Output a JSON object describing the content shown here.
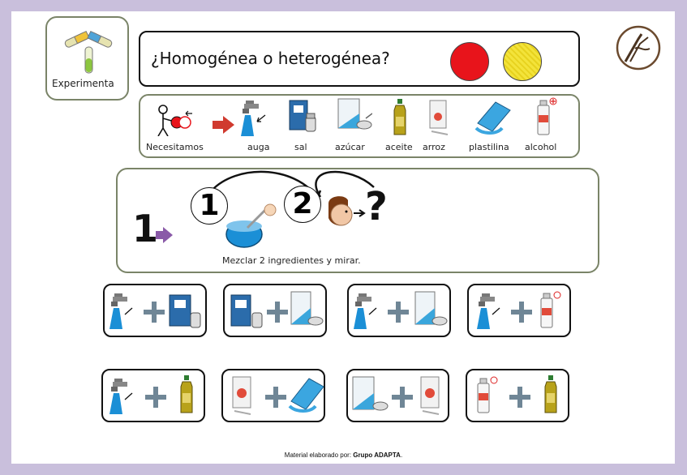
{
  "header": {
    "experimenta_label": "Experimenta",
    "title": "¿Homogénea o heterogénea?",
    "circle_colors": [
      "#e8141b",
      "#f3e33a"
    ]
  },
  "materials": {
    "intro_label": "Necesitamos",
    "items": [
      "auga",
      "sal",
      "azúcar",
      "aceite",
      "arroz",
      "plastilina",
      "alcohol"
    ]
  },
  "step": {
    "number": "1",
    "num_a": "1",
    "num_b": "2",
    "question": "?",
    "caption": "Mezclar  2 ingredientes y mirar."
  },
  "combinations": [
    [
      "water",
      "salt"
    ],
    [
      "salt",
      "sugar"
    ],
    [
      "water",
      "sugar"
    ],
    [
      "water",
      "alcohol"
    ],
    [
      "water",
      "oil"
    ],
    [
      "rice",
      "plasticine"
    ],
    [
      "sugar",
      "rice"
    ],
    [
      "alcohol",
      "oil"
    ]
  ],
  "footer": {
    "prefix": "Material elaborado por: ",
    "brand": "Grupo ADAPTA",
    "suffix": "."
  }
}
